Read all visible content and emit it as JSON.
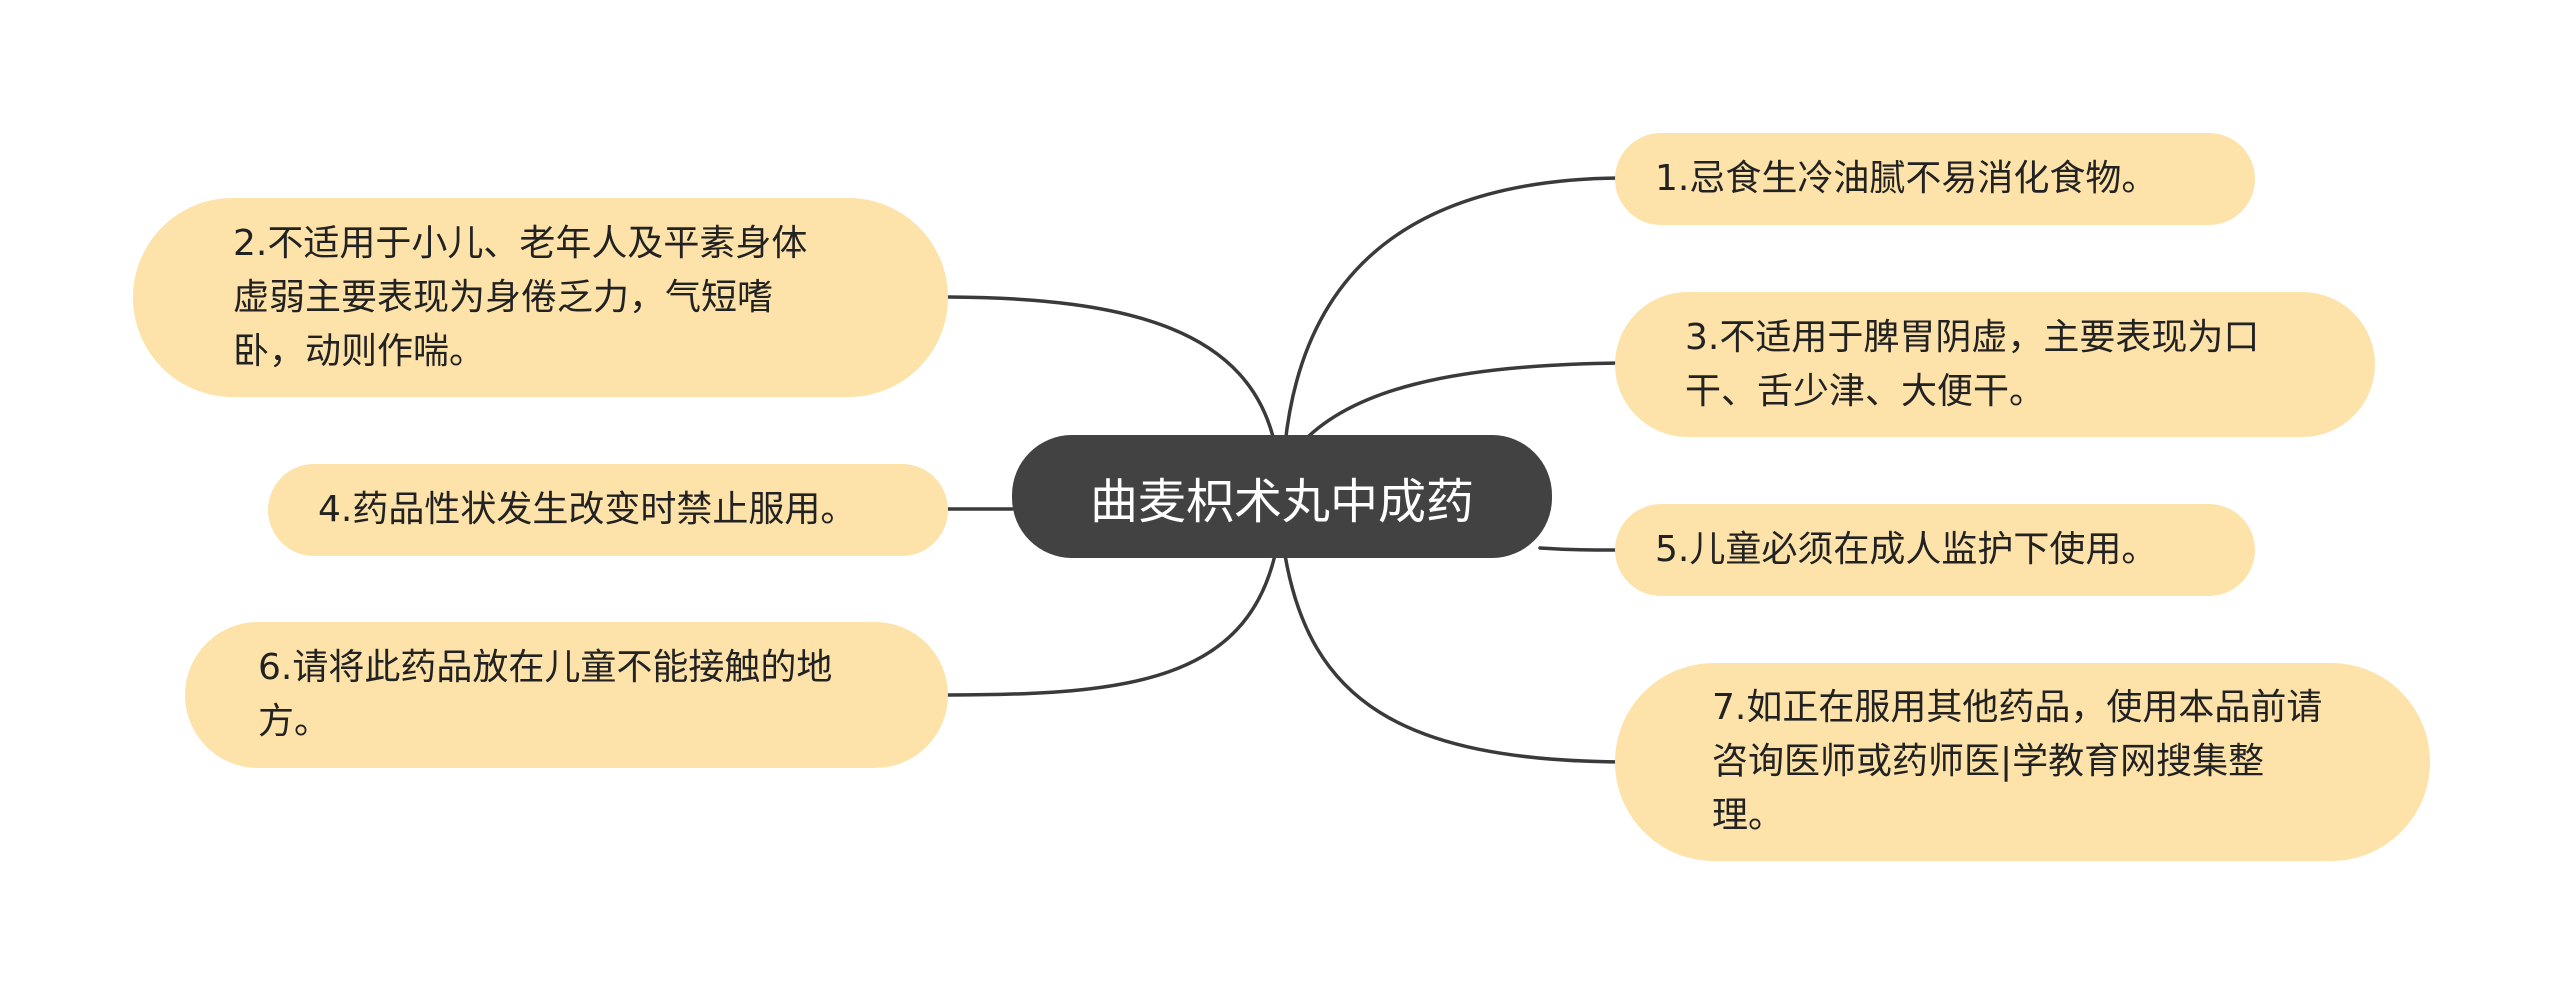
{
  "root": {
    "label": "曲麦枳术丸中成药"
  },
  "branches": {
    "b1": {
      "label": "1.忌食生冷油腻不易消化食物。"
    },
    "b2": {
      "label": "2.不适用于小儿、老年人及平素身体虚弱主要表现为身倦乏力，气短嗜卧，动则作喘。"
    },
    "b3": {
      "label": "3.不适用于脾胃阴虚，主要表现为口干、舌少津、大便干。"
    },
    "b4": {
      "label": "4.药品性状发生改变时禁止服用。"
    },
    "b5": {
      "label": "5.儿童必须在成人监护下使用。"
    },
    "b6": {
      "label": "6.请将此药品放在儿童不能接触的地方。"
    },
    "b7": {
      "label": "7.如正在服用其他药品，使用本品前请咨询医师或药师医|学教育网搜集整理。"
    }
  },
  "colors": {
    "root_fill": "#424242",
    "root_text": "#ffffff",
    "branch_fill": "#fde3aa",
    "branch_text": "#222222",
    "connector": "#3a3a3a"
  }
}
